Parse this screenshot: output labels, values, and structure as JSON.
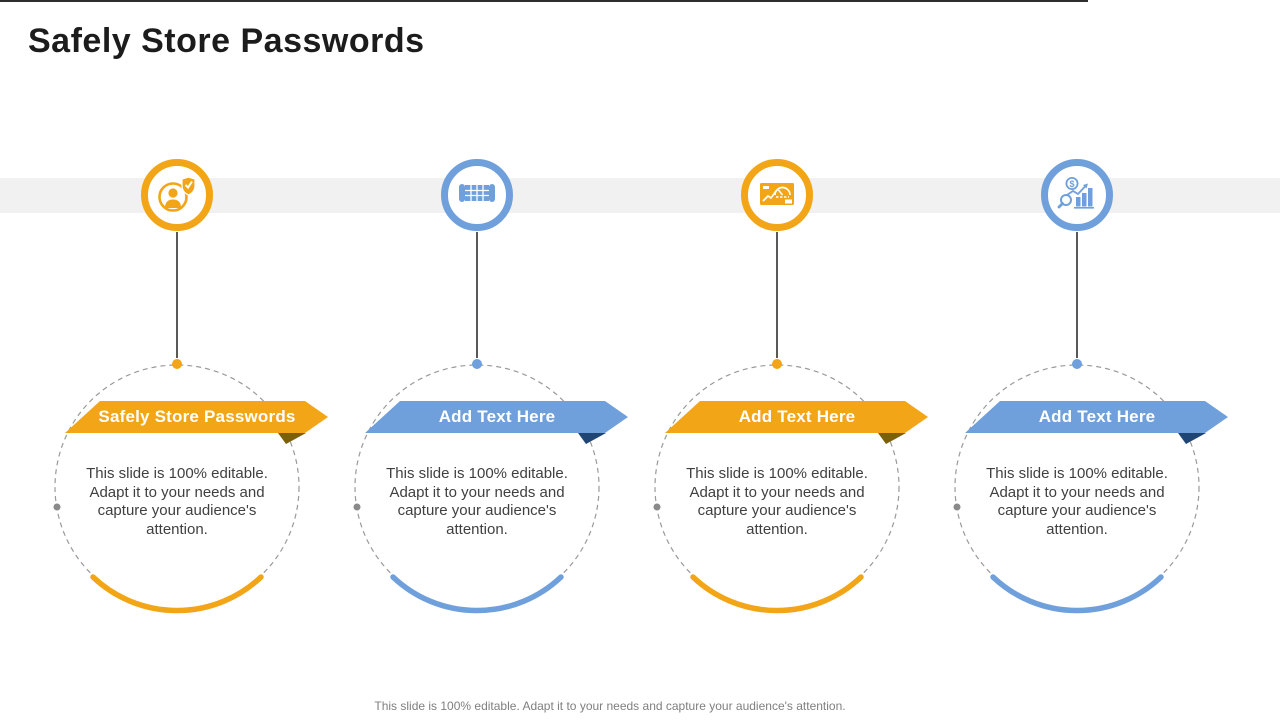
{
  "slide": {
    "title": "Safely Store Passwords",
    "footer": "This slide is 100% editable. Adapt it to your needs and capture your audience's attention."
  },
  "colors": {
    "yellow": "#F2A516",
    "blue": "#6FA0DC",
    "fold_olive": "#7C6006",
    "fold_navy": "#1F4575",
    "band_gray": "#F1F1F1",
    "connector_gray": "#595959",
    "dash_gray": "#9A9A9A",
    "body_text": "#404040",
    "footer_text": "#7F7F7F",
    "title_text": "#1C1C1C"
  },
  "columns": [
    {
      "icon": "user-shield-icon",
      "accent": "yellow",
      "banner_label": "Safely Store Passwords",
      "body": "This slide is 100% editable. Adapt it to your needs and capture your audience's attention."
    },
    {
      "icon": "blueprint-icon",
      "accent": "blue",
      "banner_label": "Add Text Here",
      "body": "This slide is 100% editable. Adapt it to your needs and capture your audience's attention."
    },
    {
      "icon": "dashboard-icon",
      "accent": "yellow",
      "banner_label": "Add Text Here",
      "body": "This slide is 100% editable. Adapt it to your needs and capture your audience's attention."
    },
    {
      "icon": "growth-analysis-icon",
      "accent": "blue",
      "banner_label": "Add Text Here",
      "body": "This slide is 100% editable. Adapt it to your needs and capture your audience's attention."
    }
  ]
}
